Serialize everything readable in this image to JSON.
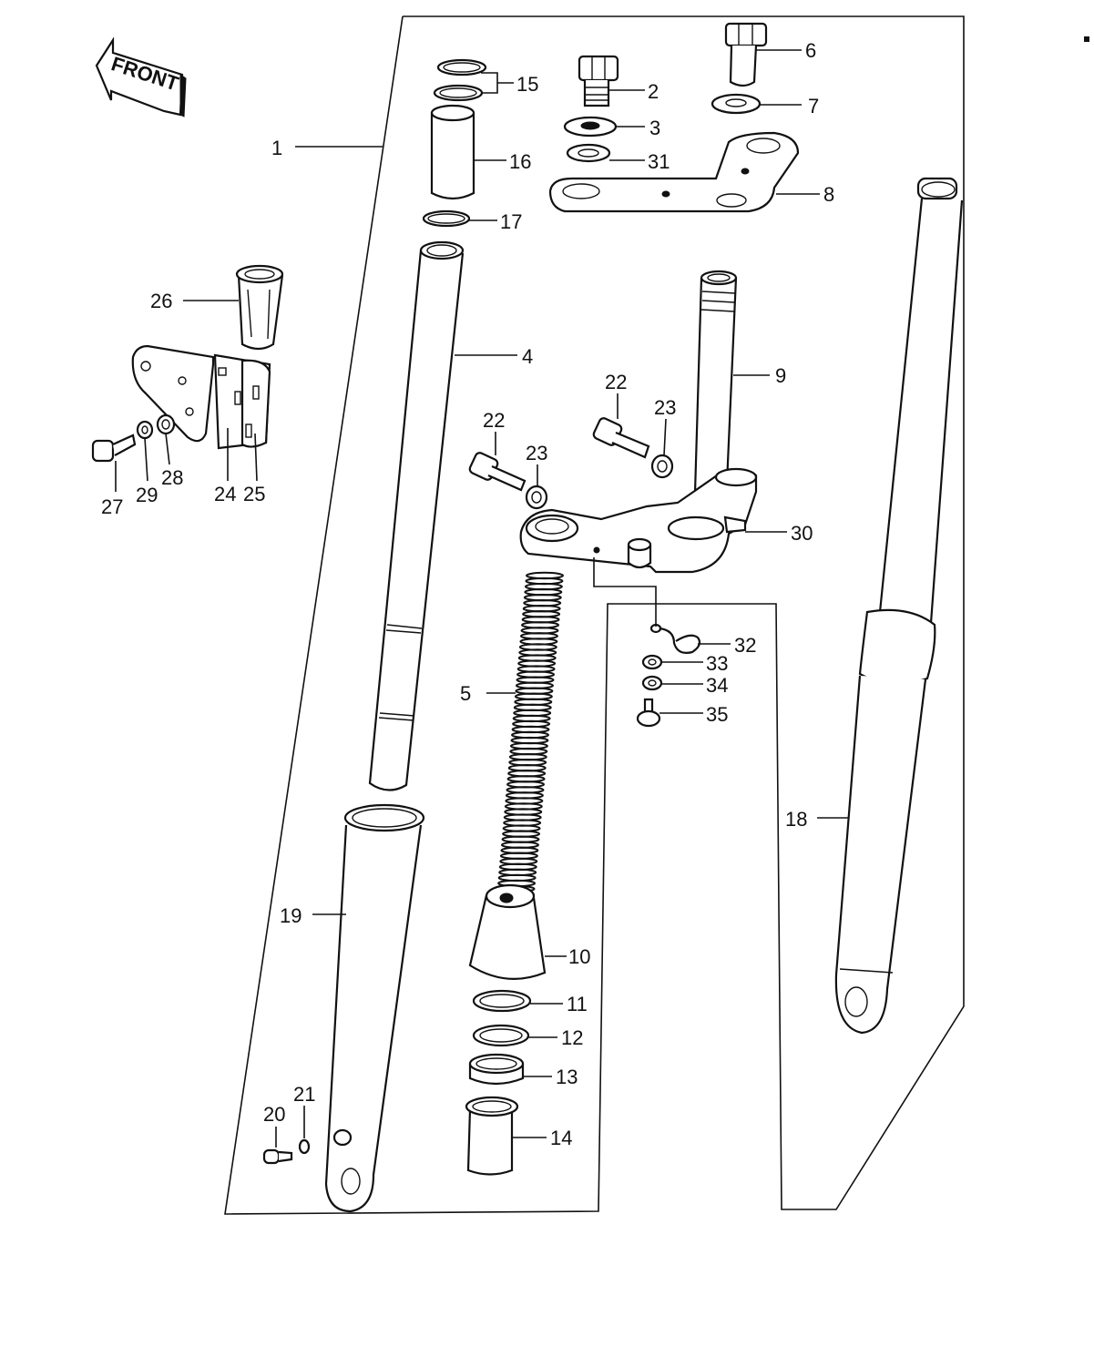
{
  "diagram": {
    "front_label": "FRONT",
    "callouts": [
      {
        "id": "c1",
        "label": "1"
      },
      {
        "id": "c2",
        "label": "2"
      },
      {
        "id": "c3",
        "label": "3"
      },
      {
        "id": "c4",
        "label": "4"
      },
      {
        "id": "c5",
        "label": "5"
      },
      {
        "id": "c6",
        "label": "6"
      },
      {
        "id": "c7",
        "label": "7"
      },
      {
        "id": "c8",
        "label": "8"
      },
      {
        "id": "c9",
        "label": "9"
      },
      {
        "id": "c10",
        "label": "10"
      },
      {
        "id": "c11",
        "label": "11"
      },
      {
        "id": "c12",
        "label": "12"
      },
      {
        "id": "c13",
        "label": "13"
      },
      {
        "id": "c14",
        "label": "14"
      },
      {
        "id": "c15",
        "label": "15"
      },
      {
        "id": "c16",
        "label": "16"
      },
      {
        "id": "c17",
        "label": "17"
      },
      {
        "id": "c18",
        "label": "18"
      },
      {
        "id": "c19",
        "label": "19"
      },
      {
        "id": "c20",
        "label": "20"
      },
      {
        "id": "c21",
        "label": "21"
      },
      {
        "id": "c22a",
        "label": "22"
      },
      {
        "id": "c22b",
        "label": "22"
      },
      {
        "id": "c23a",
        "label": "23"
      },
      {
        "id": "c23b",
        "label": "23"
      },
      {
        "id": "c24",
        "label": "24"
      },
      {
        "id": "c25",
        "label": "25"
      },
      {
        "id": "c26",
        "label": "26"
      },
      {
        "id": "c27",
        "label": "27"
      },
      {
        "id": "c28",
        "label": "28"
      },
      {
        "id": "c29",
        "label": "29"
      },
      {
        "id": "c30",
        "label": "30"
      },
      {
        "id": "c31",
        "label": "31"
      },
      {
        "id": "c32",
        "label": "32"
      },
      {
        "id": "c33",
        "label": "33"
      },
      {
        "id": "c34",
        "label": "34"
      },
      {
        "id": "c35",
        "label": "35"
      }
    ]
  }
}
